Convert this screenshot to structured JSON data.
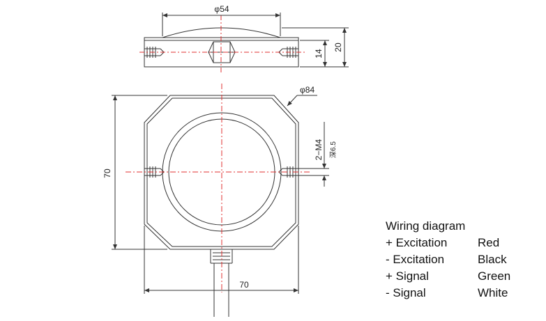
{
  "dimensions": {
    "top_diameter": "φ54",
    "height_inner": "14",
    "height_total": "20",
    "outer_diameter": "φ84",
    "thread": "2−M4",
    "thread_depth": "深6.5",
    "side_height": "70",
    "bottom_width": "70"
  },
  "wiring": {
    "title": "Wiring diagram",
    "rows": [
      {
        "label": "+ Excitation",
        "color": "Red"
      },
      {
        "label": "- Excitation",
        "color": "Black"
      },
      {
        "label": "+ Signal",
        "color": "Green"
      },
      {
        "label": "- Signal",
        "color": "White"
      }
    ]
  }
}
